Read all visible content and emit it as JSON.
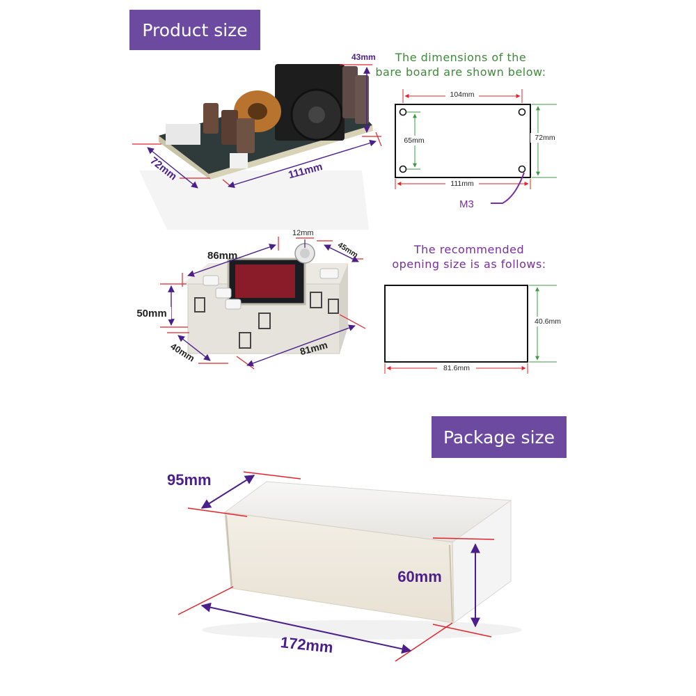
{
  "banners": {
    "product": "Product size",
    "package": "Package size"
  },
  "notes": {
    "bare_board_line1": "The dimensions of the",
    "bare_board_line2": "bare board are shown below:",
    "opening_line1": "The recommended",
    "opening_line2": "opening size is as follows:"
  },
  "board_photo": {
    "height": "43mm",
    "width": "72mm",
    "length": "111mm"
  },
  "bare_board": {
    "hole_spacing_x": "104mm",
    "hole_spacing_y": "65mm",
    "height": "72mm",
    "length": "111mm",
    "screw": "M3"
  },
  "module_photo": {
    "knob": "12mm",
    "front_width": "86mm",
    "side_depth": "45mm",
    "height": "50mm",
    "bottom_depth": "40mm",
    "body_length": "81mm"
  },
  "opening": {
    "height": "40.6mm",
    "width": "81.6mm"
  },
  "package": {
    "depth": "95mm",
    "height": "60mm",
    "length": "172mm"
  },
  "colors": {
    "banner": "#6b4aa0",
    "dimension_text": "#4b1f8a",
    "red_line": "#e0242a",
    "green_line": "#3e9a44",
    "screw_label": "#7a2e9c"
  }
}
